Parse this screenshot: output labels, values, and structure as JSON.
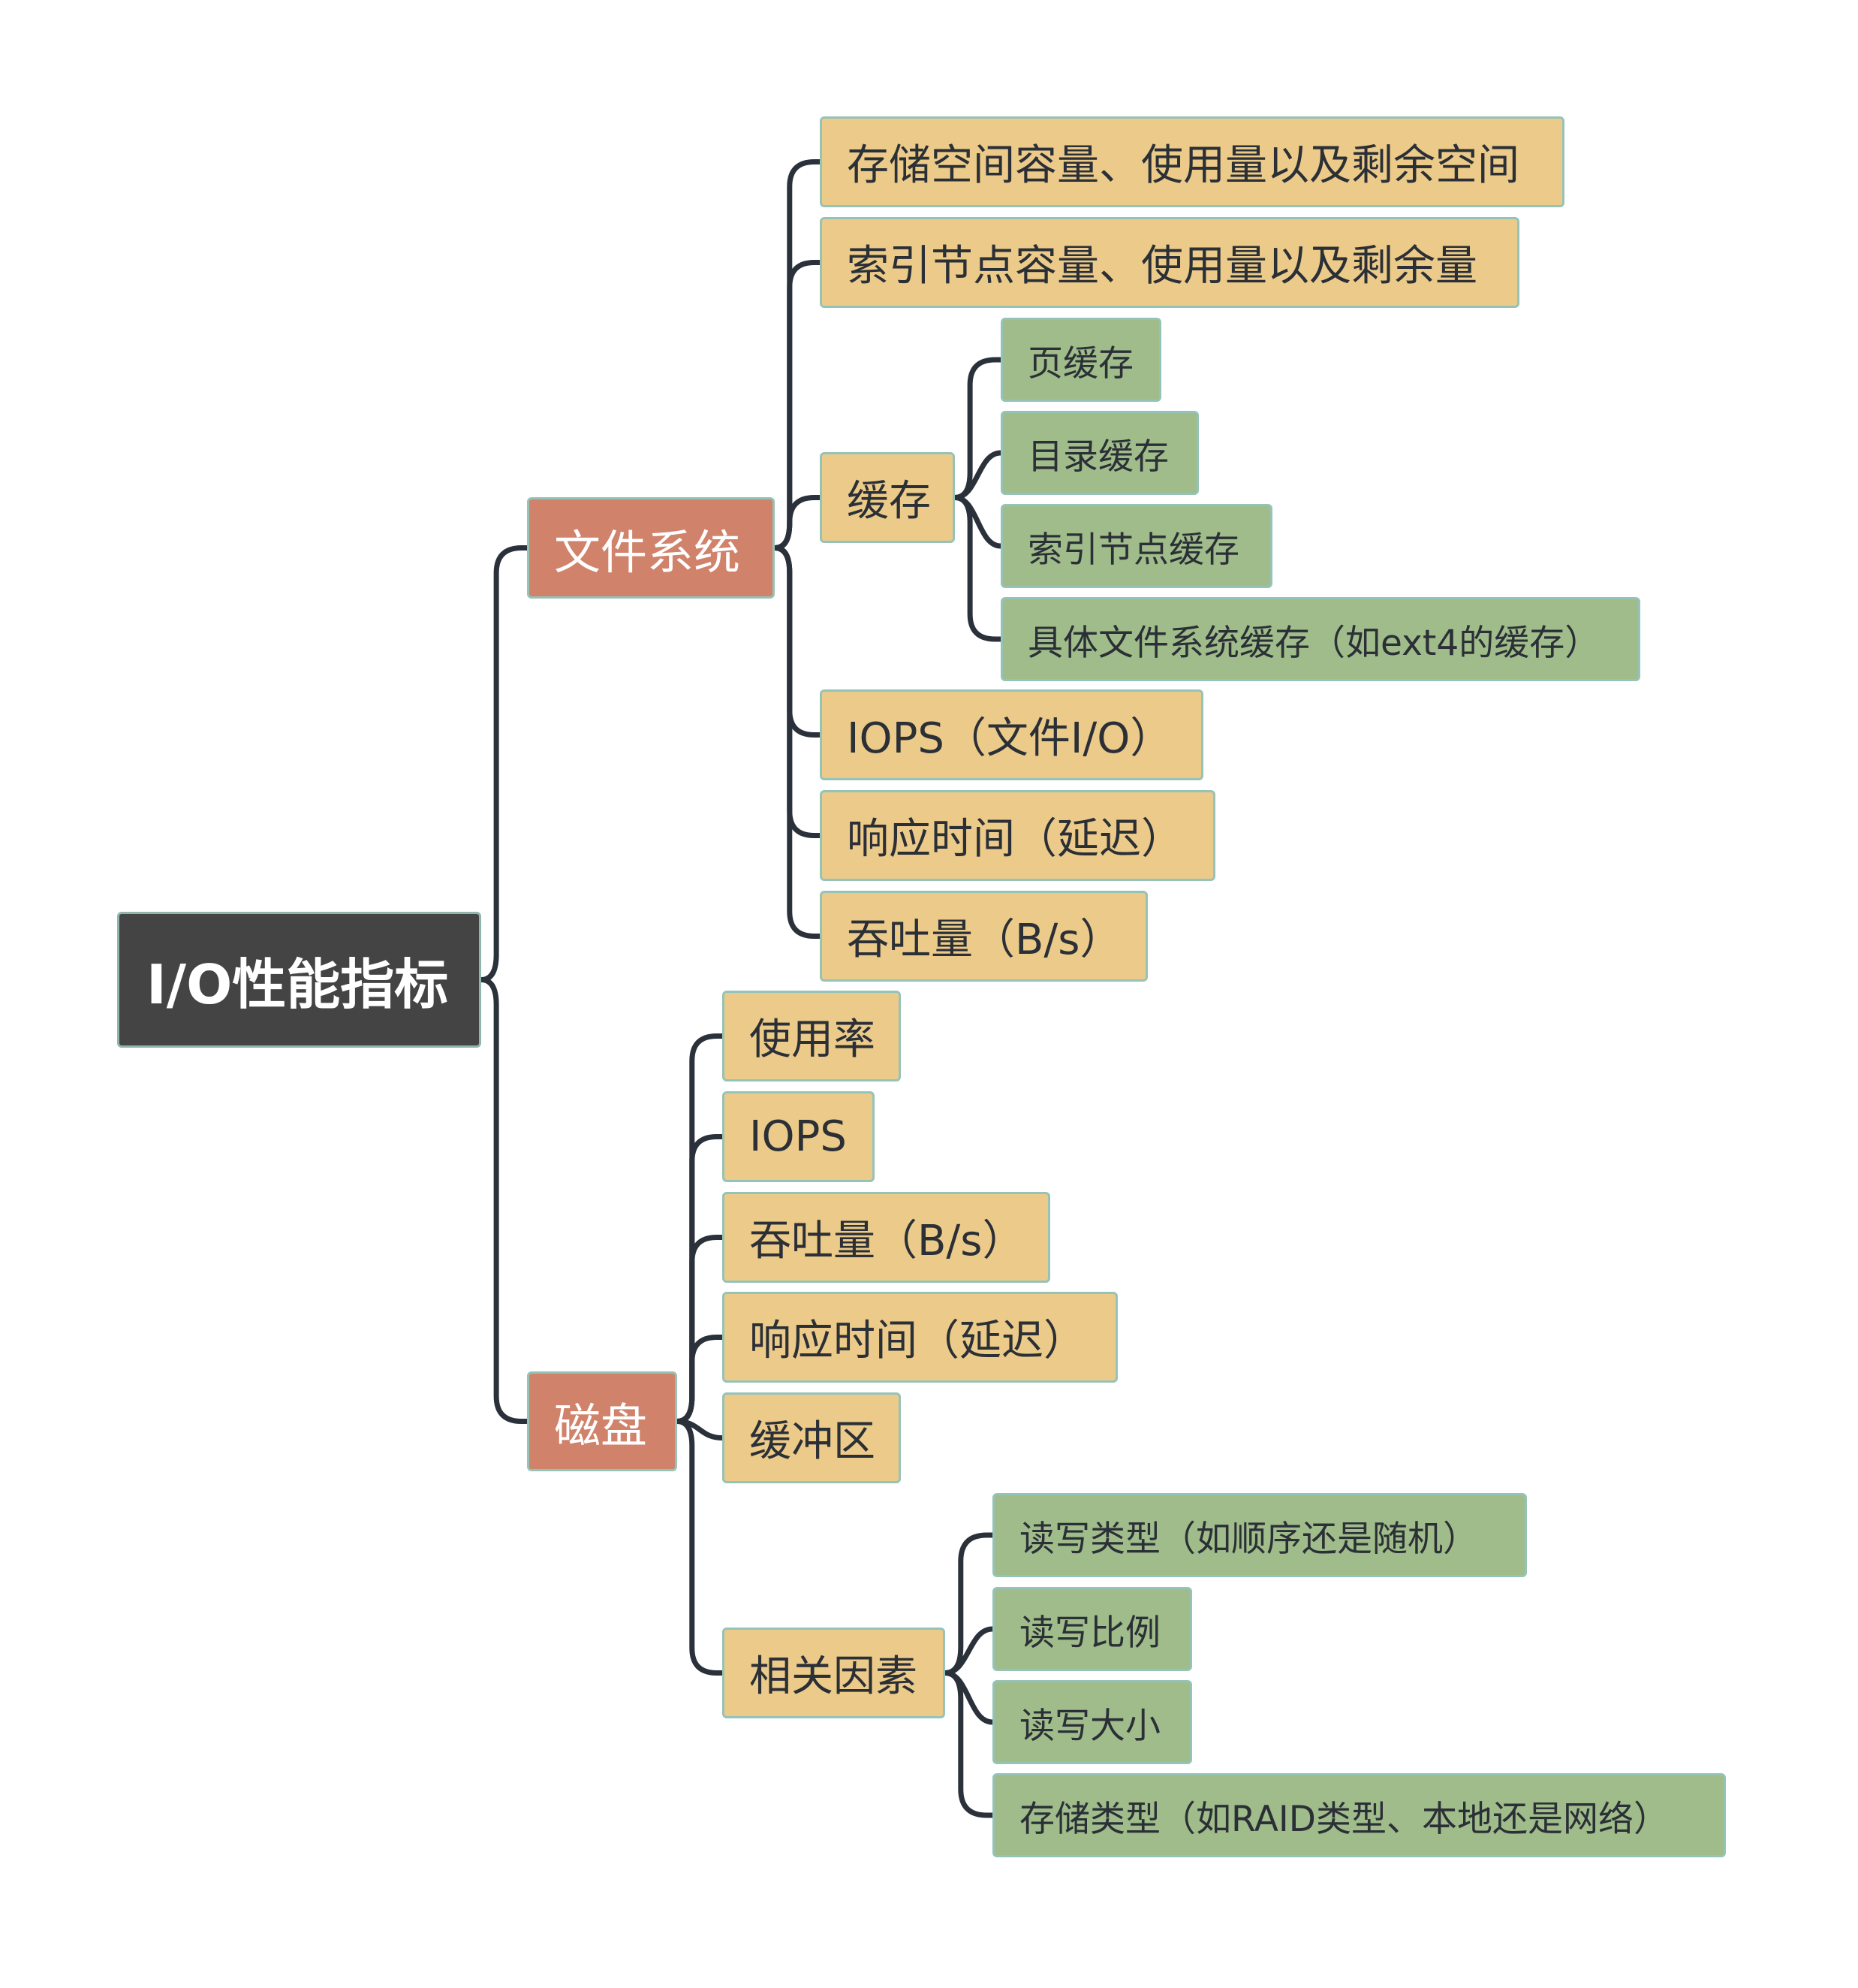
{
  "root": {
    "label": "I/O性能指标"
  },
  "filesystem": {
    "label": "文件系统",
    "items": {
      "storage": "存储空间容量、使用量以及剩余空间",
      "inode": "索引节点容量、使用量以及剩余量",
      "cache": {
        "label": "缓存",
        "children": [
          "页缓存",
          "目录缓存",
          "索引节点缓存",
          "具体文件系统缓存（如ext4的缓存）"
        ]
      },
      "iops": "IOPS（文件I/O）",
      "latency": "响应时间（延迟）",
      "throughput": "吞吐量（B/s）"
    }
  },
  "disk": {
    "label": "磁盘",
    "items": {
      "usage": "使用率",
      "iops": "IOPS",
      "throughput": "吞吐量（B/s）",
      "latency": "响应时间（延迟）",
      "buffer": "缓冲区",
      "factors": {
        "label": "相关因素",
        "children": [
          "读写类型（如顺序还是随机）",
          "读写比例",
          "读写大小",
          "存储类型（如RAID类型、本地还是网络）"
        ]
      }
    }
  }
}
